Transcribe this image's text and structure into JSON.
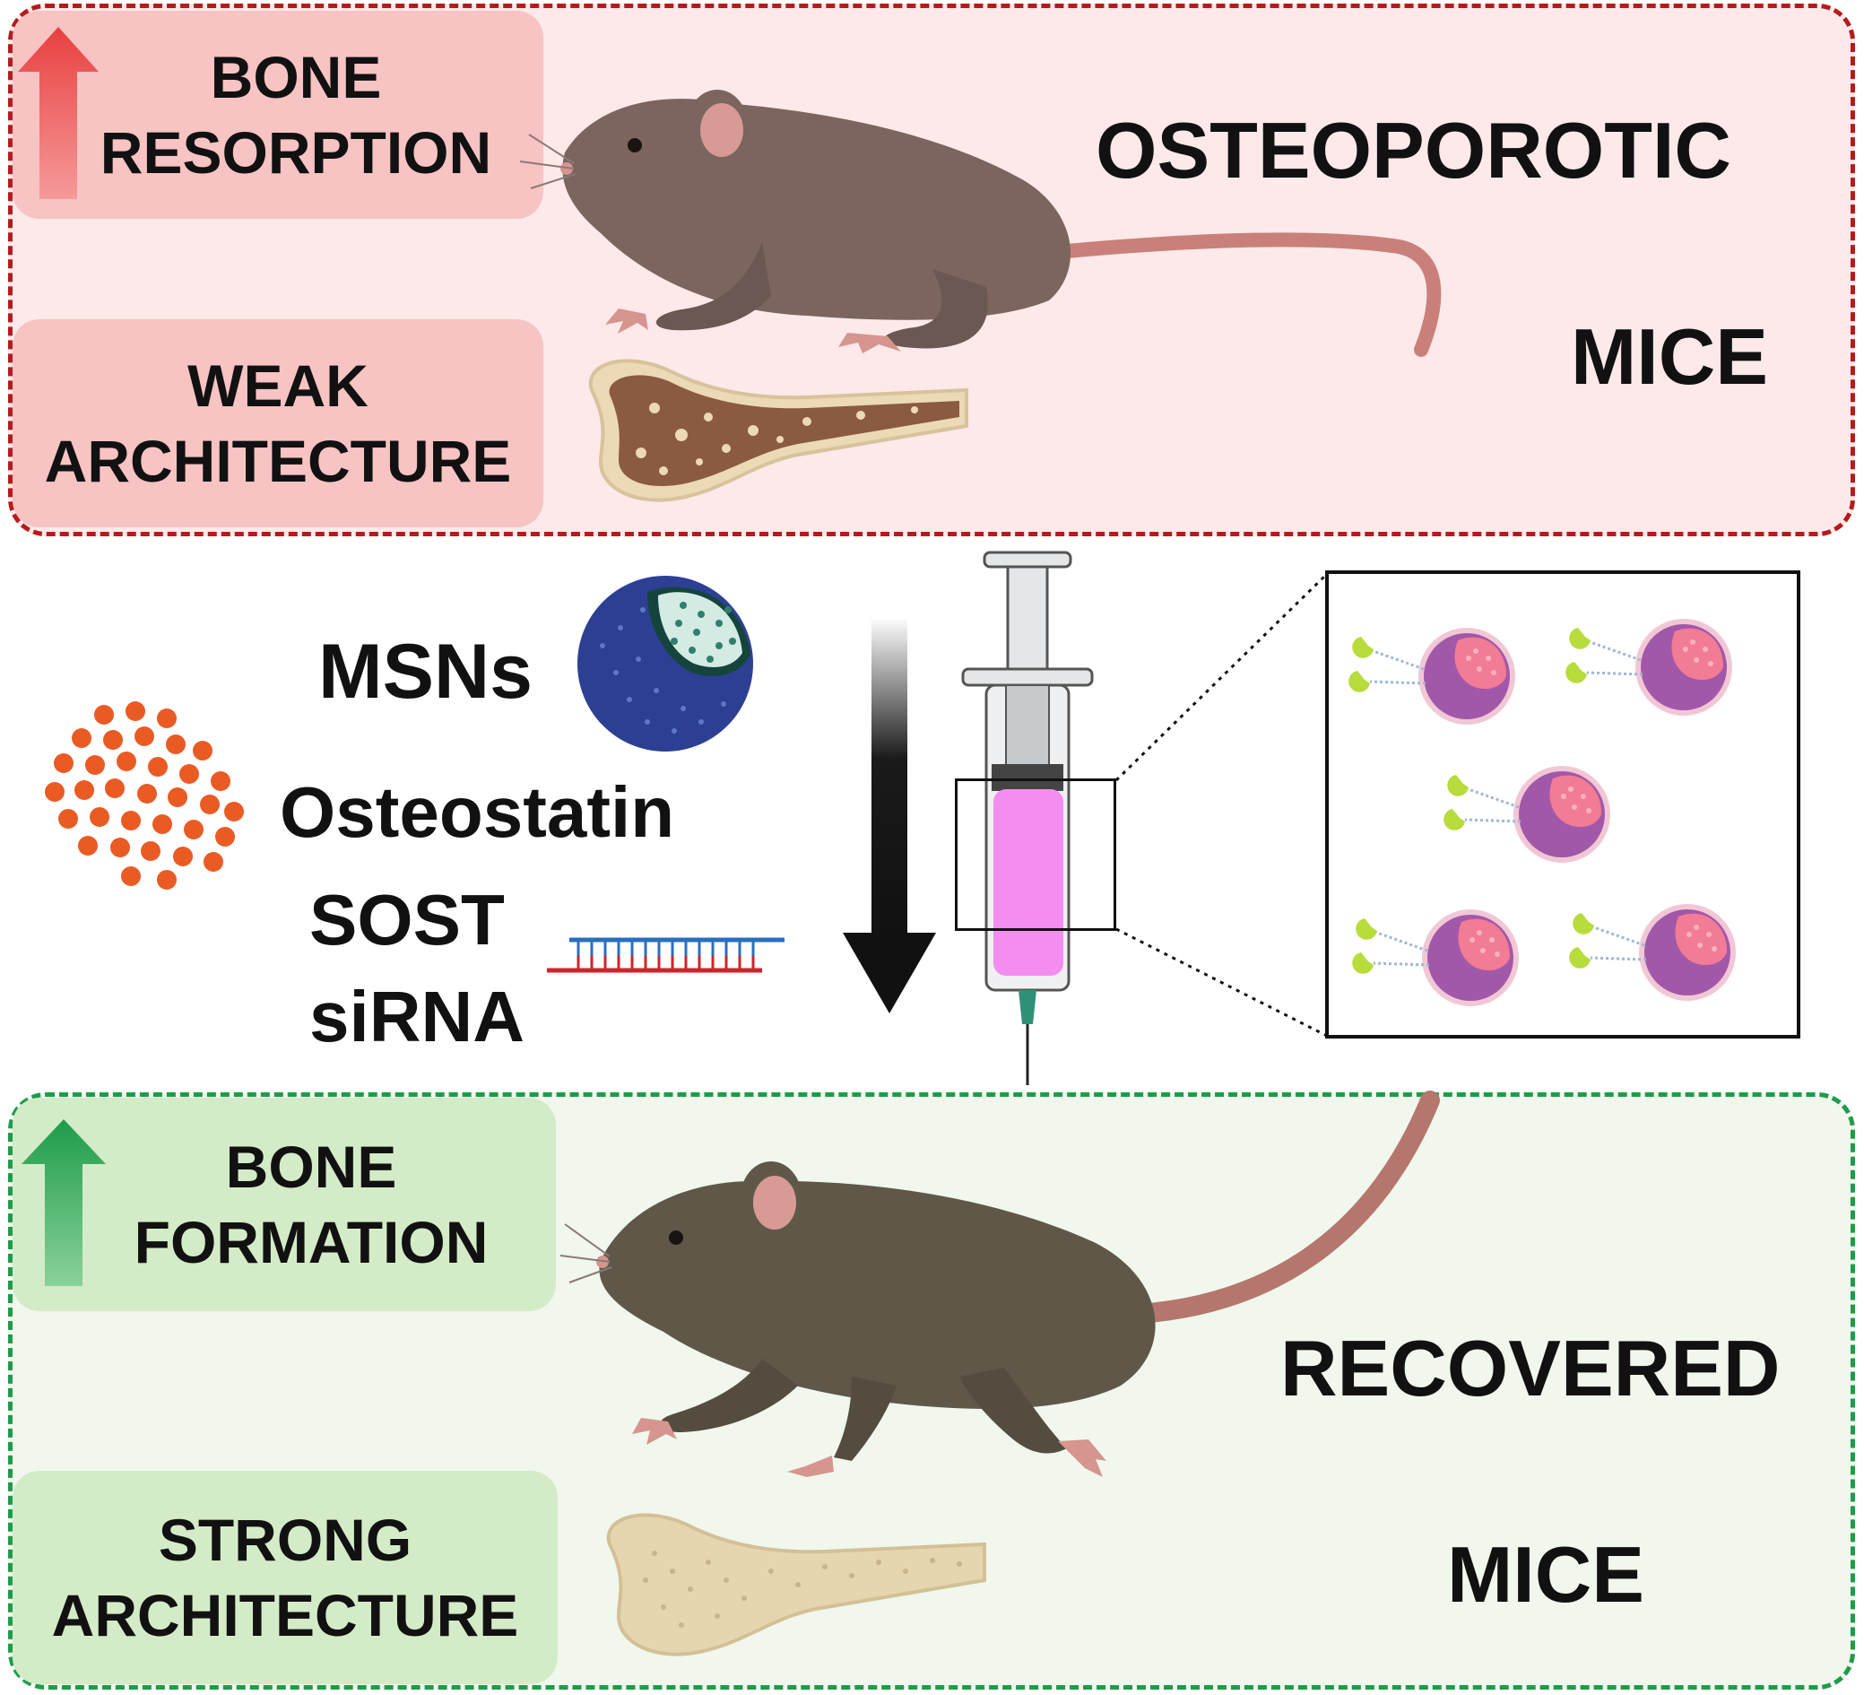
{
  "top": {
    "box1": {
      "line1": "BONE",
      "line2": "RESORPTION"
    },
    "box2": {
      "line1": "WEAK",
      "line2": "ARCHITECTURE"
    },
    "title1": "OSTEOPOROTIC",
    "title2": "MICE",
    "arrow_color": "#e8403f",
    "accent_color": "#b51b1b"
  },
  "middle": {
    "msns": "MSNs",
    "osteostatin": "Osteostatin",
    "sost_line1": "SOST",
    "sost_line2": "siRNA",
    "syringe_fill_color": "#f58df0"
  },
  "bottom": {
    "box1": {
      "line1": "BONE",
      "line2": "FORMATION"
    },
    "box2": {
      "line1": "STRONG",
      "line2": "ARCHITECTURE"
    },
    "title1": "RECOVERED",
    "title2": "MICE",
    "arrow_color": "#22a34a",
    "accent_color": "#1e9c4a"
  }
}
